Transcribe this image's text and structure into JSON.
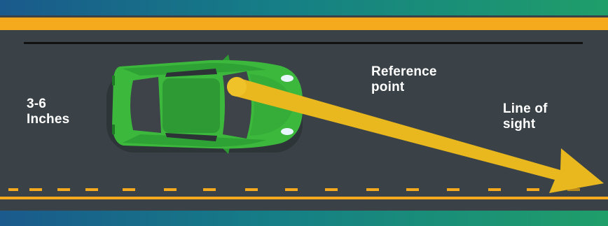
{
  "labels": {
    "distance": "3-6\nInches",
    "reference_point": "Reference\npoint",
    "line_of_sight": "Line of\nsight"
  },
  "colors": {
    "road": "#3a4247",
    "edge_line": "#f5a91c",
    "lane_dash": "#f5a91c",
    "curb_line": "#111111",
    "car_body": "#3cb83c",
    "arrow": "#e8b81e",
    "band": "#1b6e88"
  },
  "icons": {
    "car": "car-top-view-icon",
    "arrow": "line-of-sight-arrow-icon"
  }
}
